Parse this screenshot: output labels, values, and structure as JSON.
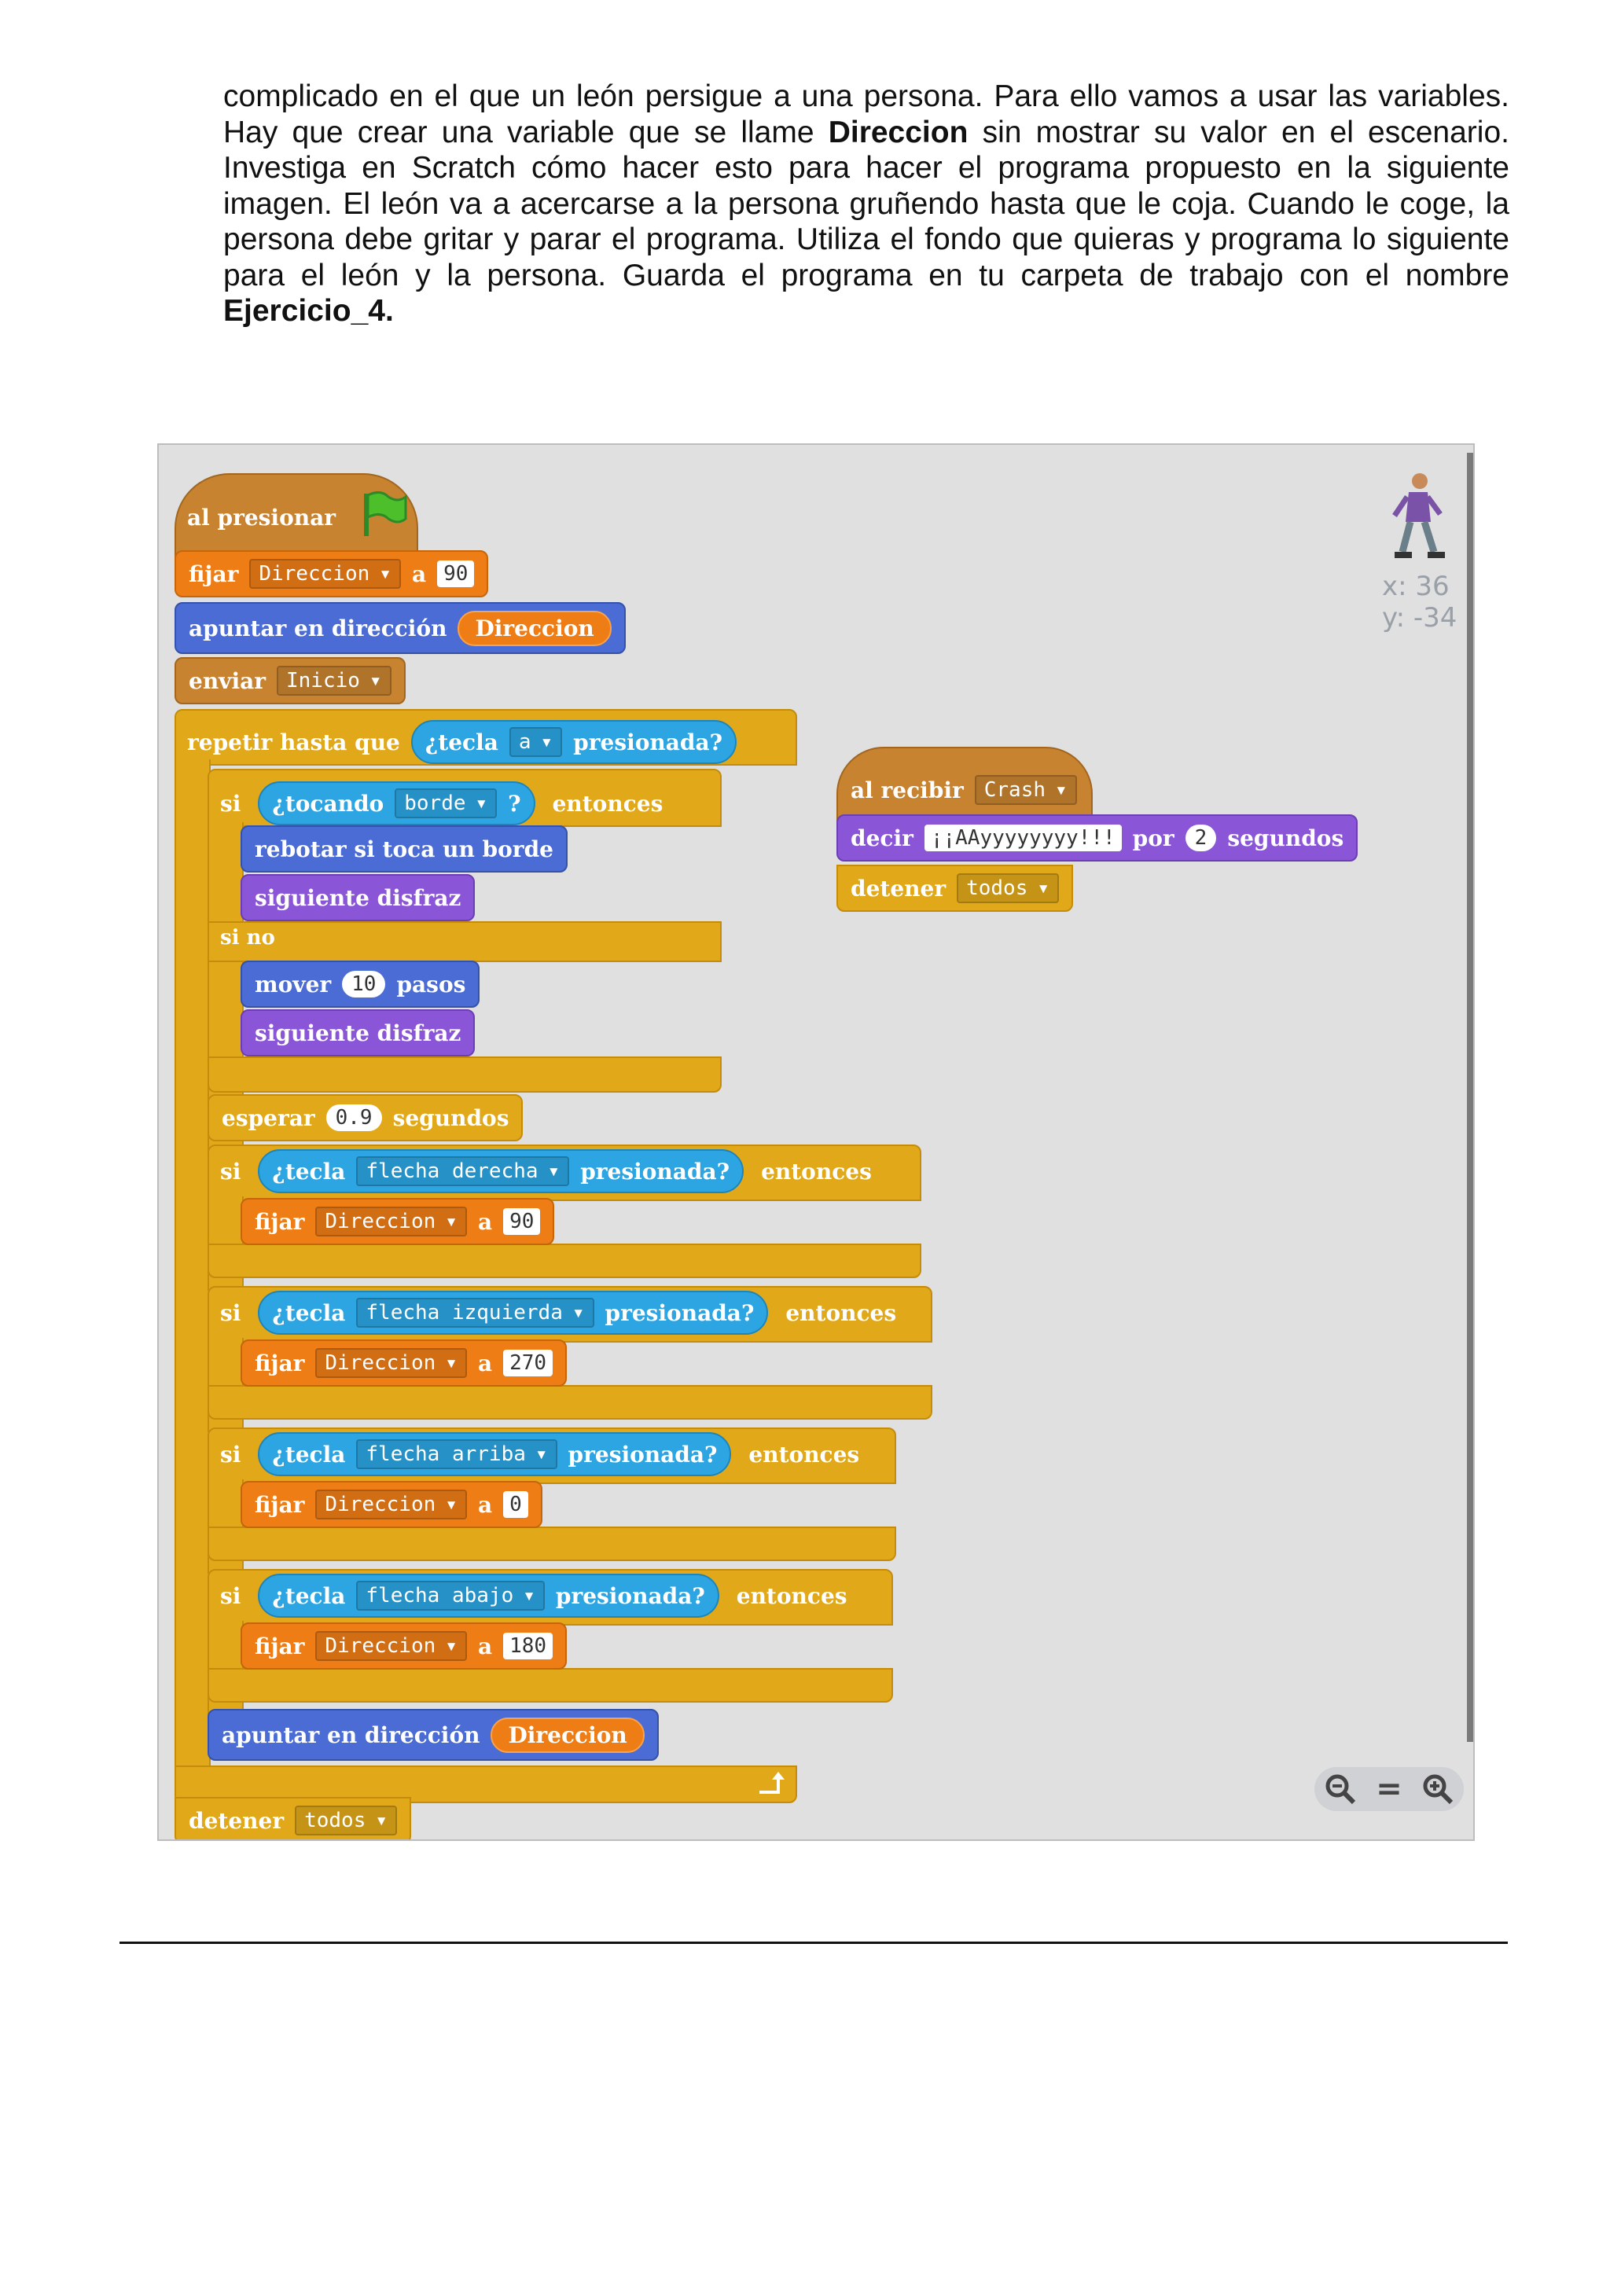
{
  "paragraph": {
    "p1": "complicado en el que un león persigue a una persona. Para ello vamos a usar las variables. Hay que crear una variable que se llame ",
    "b1": "Direccion",
    "p2": " sin mostrar su valor en el escenario. Investiga en Scratch cómo hacer esto para hacer el programa propuesto en la siguiente imagen. El león va a acercarse a la persona gruñendo hasta que le coja. Cuando le coge, la persona debe gritar y parar el programa. Utiliza el fondo que quieras y programa lo siguiente para el león y la persona. Guarda el programa en tu carpeta de trabajo con el nombre ",
    "b2": "Ejercicio_4."
  },
  "scratch": {
    "hat_label": "al presionar",
    "set_label": "fijar",
    "to_label": "a",
    "var_name": "Direccion",
    "set_initial_value": "90",
    "point_label": "apuntar en dirección",
    "broadcast_label": "enviar",
    "broadcast_msg": "Inicio",
    "repeat_until_label": "repetir hasta que",
    "key_label": "¿tecla",
    "pressed_label": "presionada?",
    "key_a": "a",
    "if_label": "si",
    "then_label": "entonces",
    "else_label": "si no",
    "touching_label": "¿tocando",
    "touching_target": "borde",
    "touching_q": "?",
    "bounce_label": "rebotar si toca un borde",
    "next_costume_label": "siguiente disfraz",
    "move_label": "mover",
    "move_steps": "10",
    "steps_label": "pasos",
    "wait_label": "esperar",
    "wait_value": "0.9",
    "seconds_label": "segundos",
    "key_right": "flecha derecha",
    "key_left": "flecha izquierda",
    "key_up": "flecha arriba",
    "key_down": "flecha abajo",
    "val_right": "90",
    "val_left": "270",
    "val_up": "0",
    "val_down": "180",
    "stop_label": "detener",
    "stop_target": "todos",
    "receive_label": "al recibir",
    "receive_msg": "Crash",
    "say_label": "decir",
    "say_text": "¡¡AAyyyyyyyy!!!",
    "for_label": "por",
    "say_secs": "2",
    "say_seconds_label": "segundos"
  },
  "stage_info": {
    "x": "x: 36",
    "y": "y: -34"
  },
  "zoom": {
    "out": "−",
    "reset": "=",
    "in": "+"
  }
}
